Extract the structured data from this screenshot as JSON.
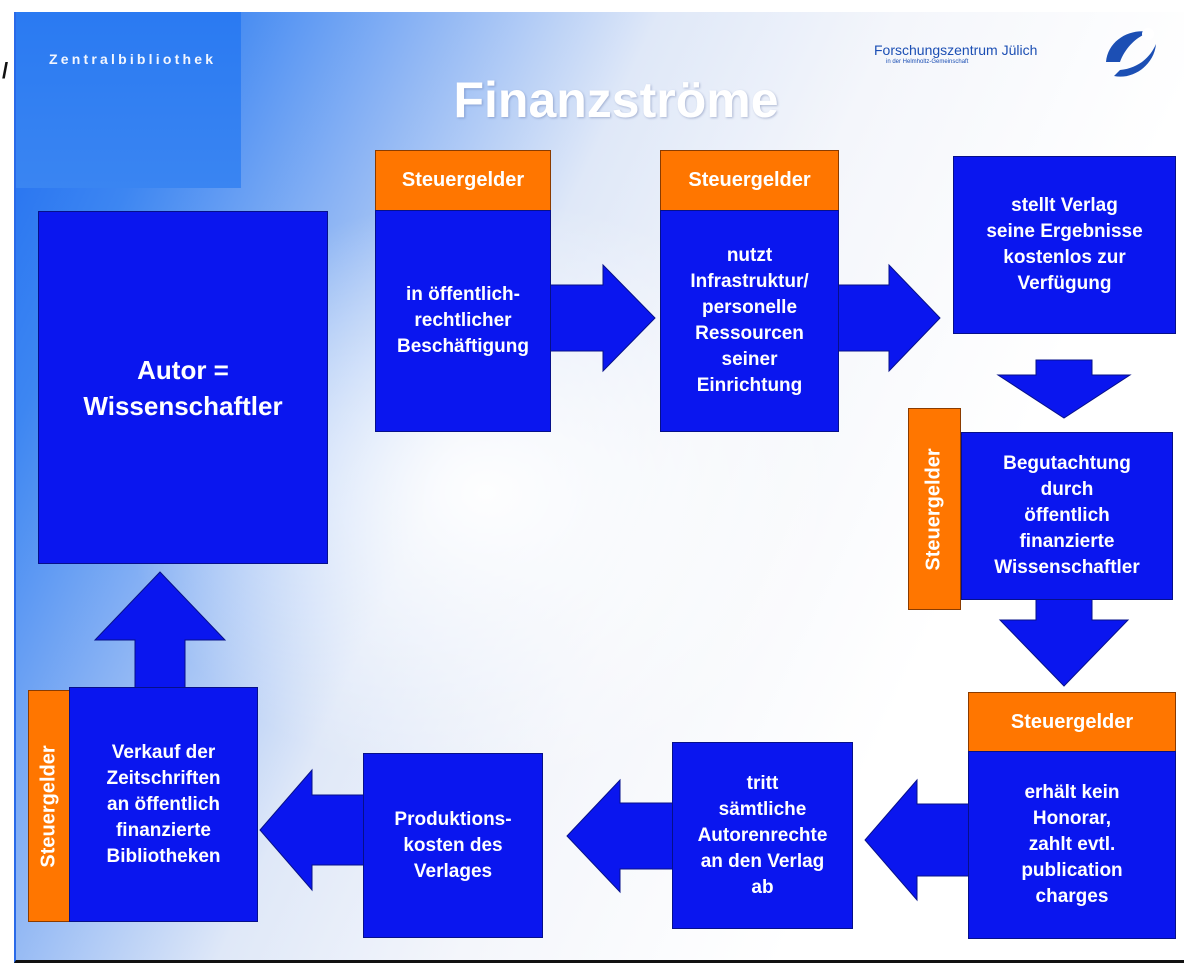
{
  "header": {
    "department": "Zentralbibliothek",
    "title": "Finanzströme",
    "org_name": "Forschungszentrum Jülich",
    "org_sub": "in der Helmholtz-Gemeinschaft",
    "left_mark": "/"
  },
  "colors": {
    "box_fill": "#0a16ef",
    "tag_fill": "#ff7600",
    "text": "#ffffff",
    "logo": "#1c4fb4"
  },
  "icons": {
    "logo": "juelich-logo-icon"
  },
  "nodes": {
    "author": "Autor =\nWissenschaftler",
    "employment": "in öffentlich-\nrechtlicher\nBeschäftigung",
    "infrastructure": "nutzt\nInfrastruktur/\npersonelle\nRessourcen\nseiner\nEinrichtung",
    "publisher_free": "stellt Verlag\nseine Ergebnisse\nkostenlos zur\nVerfügung",
    "peer_review": "Begutachtung\ndurch\nöffentlich\nfinanzierte\nWissenschaftler",
    "no_fee": "erhält kein\nHonorar,\nzahlt evtl.\npublication\ncharges",
    "rights": "tritt\nsämtliche\nAutorenrechte\nan den Verlag\nab",
    "production": "Produktions-\nkosten des\nVerlages",
    "sale": "Verkauf der\nZeitschriften\nan öffentlich\nfinanzierte\nBibliotheken"
  },
  "tags": {
    "employment": "Steuergelder",
    "infrastructure": "Steuergelder",
    "peer_review": "Steuergelder",
    "no_fee": "Steuergelder",
    "sale": "Steuergelder"
  }
}
